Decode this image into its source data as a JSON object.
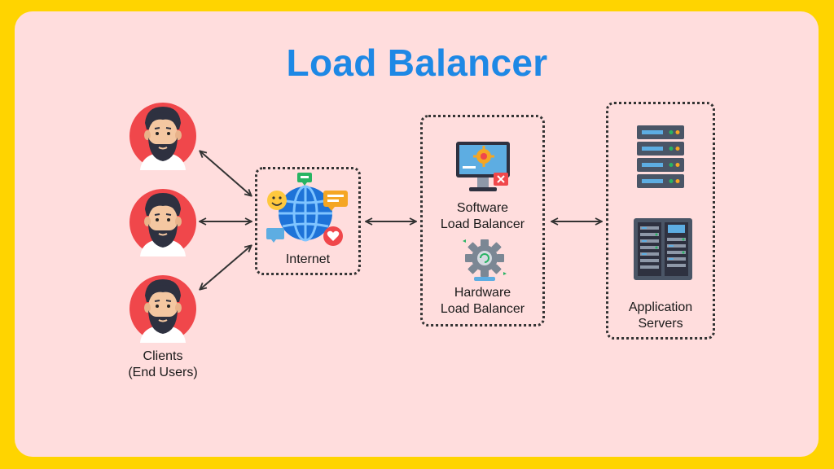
{
  "title": "Load Balancer",
  "clients": {
    "label_line1": "Clients",
    "label_line2": "(End Users)",
    "avatar_icon": "bearded-man-avatar-icon"
  },
  "internet": {
    "label": "Internet",
    "icon": "globe-chat-icon"
  },
  "load_balancer": {
    "software_line1": "Software",
    "software_line2": "Load Balancer",
    "hardware_line1": "Hardware",
    "hardware_line2": "Load Balancer",
    "software_icon": "monitor-gear-icon",
    "hardware_icon": "gear-sync-icon"
  },
  "servers": {
    "label_line1": "Application",
    "label_line2": "Servers",
    "server_icon": "server-rack-icon",
    "cabinet_icon": "server-cabinet-icon"
  },
  "colors": {
    "outer_background": "#FFD400",
    "card_background": "#FFDDDD",
    "title": "#1E88E5",
    "avatar_circle": "#F0474B",
    "arrow": "#333333"
  }
}
